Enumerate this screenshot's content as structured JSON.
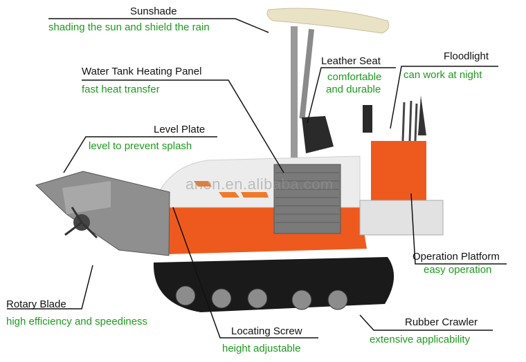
{
  "diagram": {
    "watermark": "anon.en.alibaba.com",
    "colors": {
      "title_text": "#111111",
      "description_text": "#1e9a1e",
      "machine_orange": "#ee5a1e",
      "machine_white": "#eeeeee",
      "track_black": "#1a1a1a",
      "canopy": "#e9e2c4"
    },
    "callouts": [
      {
        "id": "sunshade",
        "title": "Sunshade",
        "description": "shading the sun and shield the rain"
      },
      {
        "id": "leather-seat",
        "title": "Leather Seat",
        "description_lines": [
          "comfortable",
          "and durable"
        ]
      },
      {
        "id": "floodlight",
        "title": "Floodlight",
        "description": "can work at night"
      },
      {
        "id": "water-tank-heating-panel",
        "title": "Water Tank Heating Panel",
        "description": "fast heat transfer"
      },
      {
        "id": "level-plate",
        "title": "Level Plate",
        "description": "level to prevent splash"
      },
      {
        "id": "operation-platform",
        "title": "Operation Platform",
        "description": "easy operation"
      },
      {
        "id": "rotary-blade",
        "title": "Rotary Blade",
        "description": "high efficiency and speediness"
      },
      {
        "id": "locating-screw",
        "title": "Locating Screw",
        "description": "height adjustable"
      },
      {
        "id": "rubber-crawler",
        "title": "Rubber Crawler",
        "description": "extensive applicability"
      }
    ]
  }
}
